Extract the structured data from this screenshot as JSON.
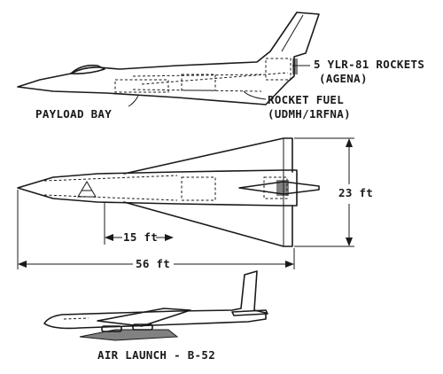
{
  "labels": {
    "rockets_line1": "5 YLR-81 ROCKETS",
    "rockets_line2": "(AGENA)",
    "fuel_line1": "ROCKET FUEL",
    "fuel_line2": "(UDMH/1RFNA)",
    "payload_bay": "PAYLOAD BAY",
    "span": "23 ft",
    "wing_root": "15 ft",
    "length": "56 ft",
    "air_launch": "AIR LAUNCH - B-52"
  }
}
